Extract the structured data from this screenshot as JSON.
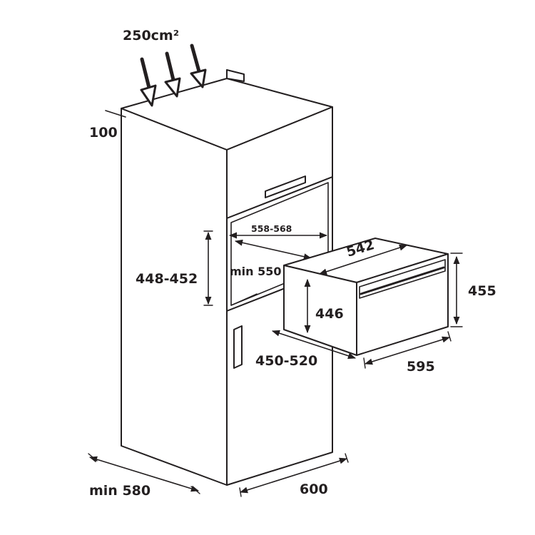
{
  "labels": {
    "vent_area": "250cm²",
    "top_gap": "100",
    "niche_width": "558-568",
    "niche_height": "448-452",
    "niche_depth": "min 550",
    "oven_depth": "542",
    "oven_inner_height": "446",
    "oven_height": "455",
    "oven_projection": "450-520",
    "oven_width": "595",
    "cabinet_depth": "min 580",
    "cabinet_width": "600"
  },
  "colors": {
    "line": "#231f20",
    "background": "#ffffff"
  }
}
